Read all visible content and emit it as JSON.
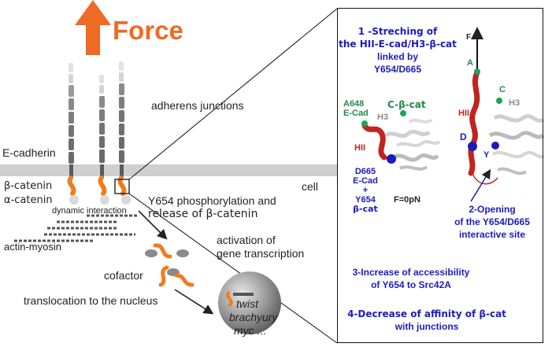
{
  "force_label": "Force",
  "left": {
    "adherens_junctions": "adherens junctions",
    "e_cadherin": "E-cadherin",
    "beta_catenin": "β-catenin",
    "alpha_catenin": "α-catenin",
    "dynamic_interaction": "dynamic interaction",
    "actin_myosin": "actin-myosin",
    "cell": "cell",
    "phospho_line1": "Y654 phosphorylation and",
    "phospho_line2": "release of β-catenin",
    "activation_line1": "activation of",
    "activation_line2": "gene transcription",
    "cofactor": "cofactor",
    "translocation": "translocation to the nucleus",
    "genes": [
      "twist",
      "brachyury",
      "myc ..."
    ]
  },
  "panel": {
    "step1": [
      "1 -Streching  of",
      "the HII-E-cad/H3-β-cat",
      "linked by",
      "Y654/D665"
    ],
    "a648": [
      "A648",
      "E-Cad"
    ],
    "c_beta_cat": "C-β-cat",
    "h3": "H3",
    "hii": "HII",
    "d665_block": [
      "D665",
      "E-Cad",
      "+",
      "Y654",
      "β-cat"
    ],
    "f_zero": "F=0pN",
    "f_arrow": "F",
    "a": "A",
    "c": "C",
    "h3_right": "H3",
    "hii_right": "HII",
    "d": "D",
    "y": "Y",
    "step2": [
      "2-Opening",
      "of the Y654/D665",
      "interactive site"
    ],
    "step3": [
      "3-Increase of accessibility",
      "of Y654 to Src42A"
    ],
    "step4": [
      "4-Decrease of affinity of β-cat",
      "with junctions"
    ]
  },
  "colors": {
    "force_arrow": "#ef6a25",
    "catenin": "#ef7d1e",
    "membrane": "#cfcfcf",
    "text_blue": "#1b1bbd",
    "text_green": "#1f8a4a",
    "helix_red": "#c0241f"
  }
}
